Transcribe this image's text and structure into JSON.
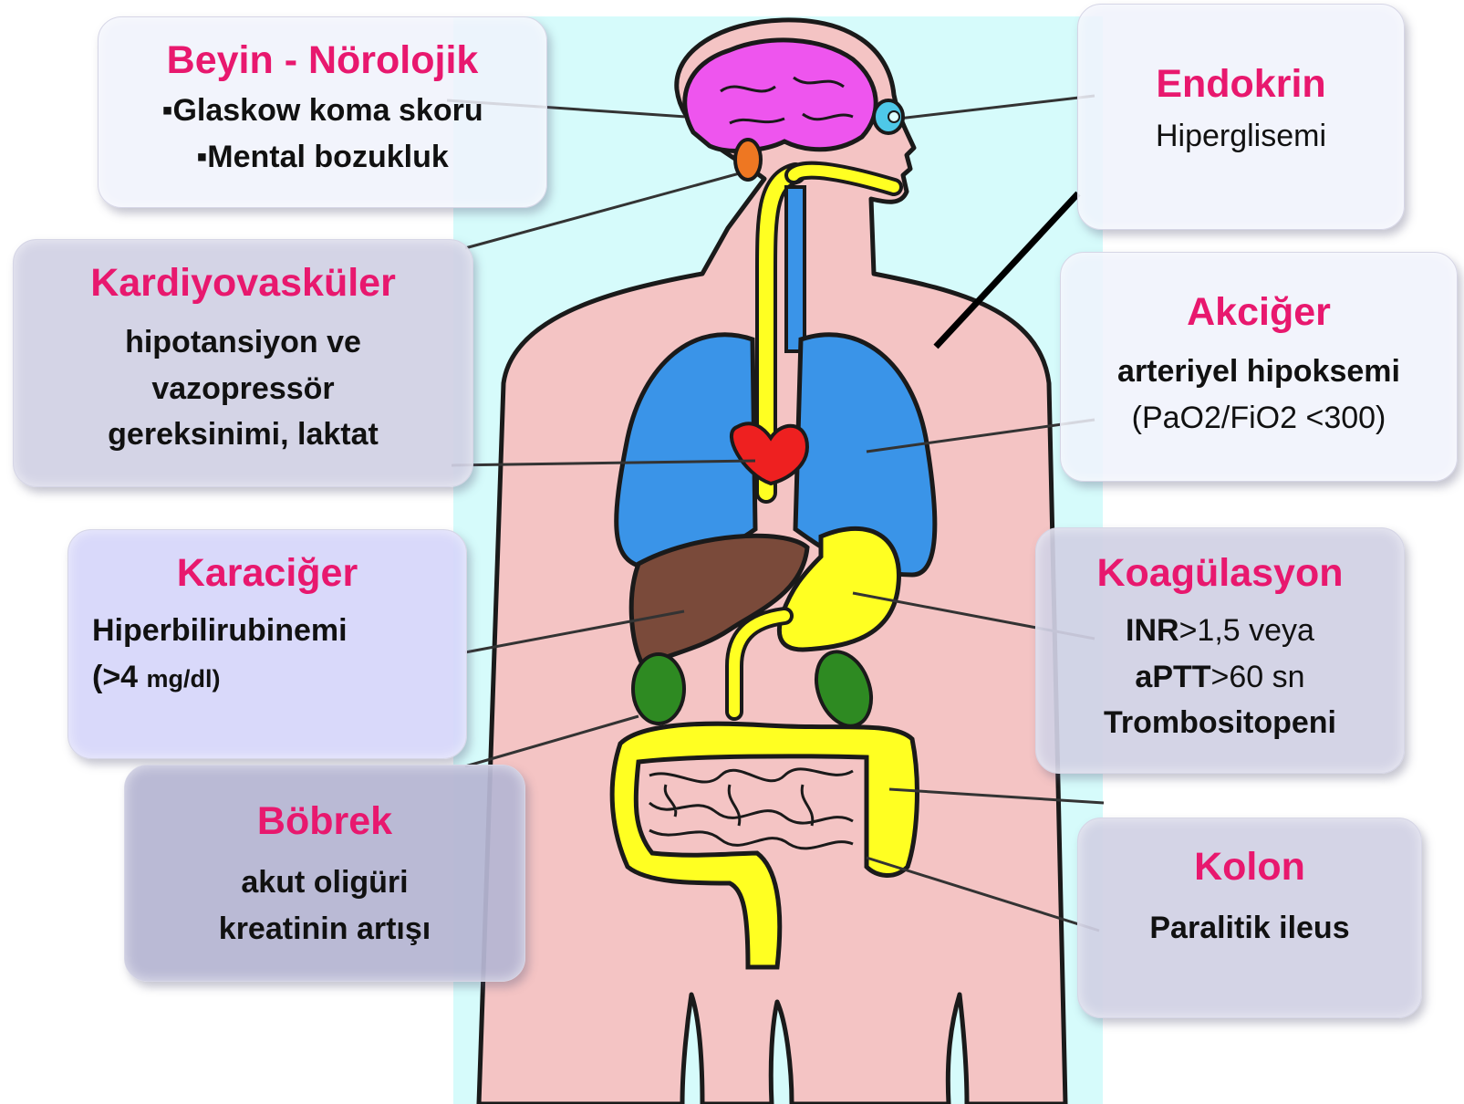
{
  "colors": {
    "title_pink": "#e8186e",
    "backdrop_cyan": "#d6fbfb",
    "skin_pink": "#f4c4c4",
    "brain_magenta": "#ee55ee",
    "lung_blue": "#3a94e8",
    "heart_red": "#ee2020",
    "liver_brown": "#7a4a3a",
    "digestive_yellow": "#ffff22",
    "kidney_green": "#2e8a22"
  },
  "boxes": {
    "brain": {
      "title": "Beyin - Nörolojik",
      "line1": "▪Glaskow koma skoru",
      "line2": "▪Mental bozukluk"
    },
    "cardio": {
      "title": "Kardiyovasküler",
      "line1": "hipotansiyon ve",
      "line2": "vazopressör",
      "line3": "gereksinimi, laktat"
    },
    "liver": {
      "title": "Karaciğer",
      "line1": "Hiperbilirubinemi",
      "line2_a": "(>4 ",
      "line2_b": "mg/dl)"
    },
    "kidney": {
      "title": "Böbrek",
      "line1": "akut oligüri",
      "line2": "kreatinin artışı"
    },
    "endocrine": {
      "title": "Endokrin",
      "line1": "Hiperglisemi"
    },
    "lung": {
      "title": "Akciğer",
      "line1": "arteriyel hipoksemi",
      "line2": "(PaO2/FiO2 <300)"
    },
    "coag": {
      "title": "Koagülasyon",
      "inr": "INR",
      "inr_rest": ">1,5 veya",
      "aptt": "aPTT",
      "aptt_rest": ">60 sn",
      "line3": "Trombositopeni"
    },
    "colon": {
      "title": "Kolon",
      "line1": "Paralitik ileus"
    }
  }
}
